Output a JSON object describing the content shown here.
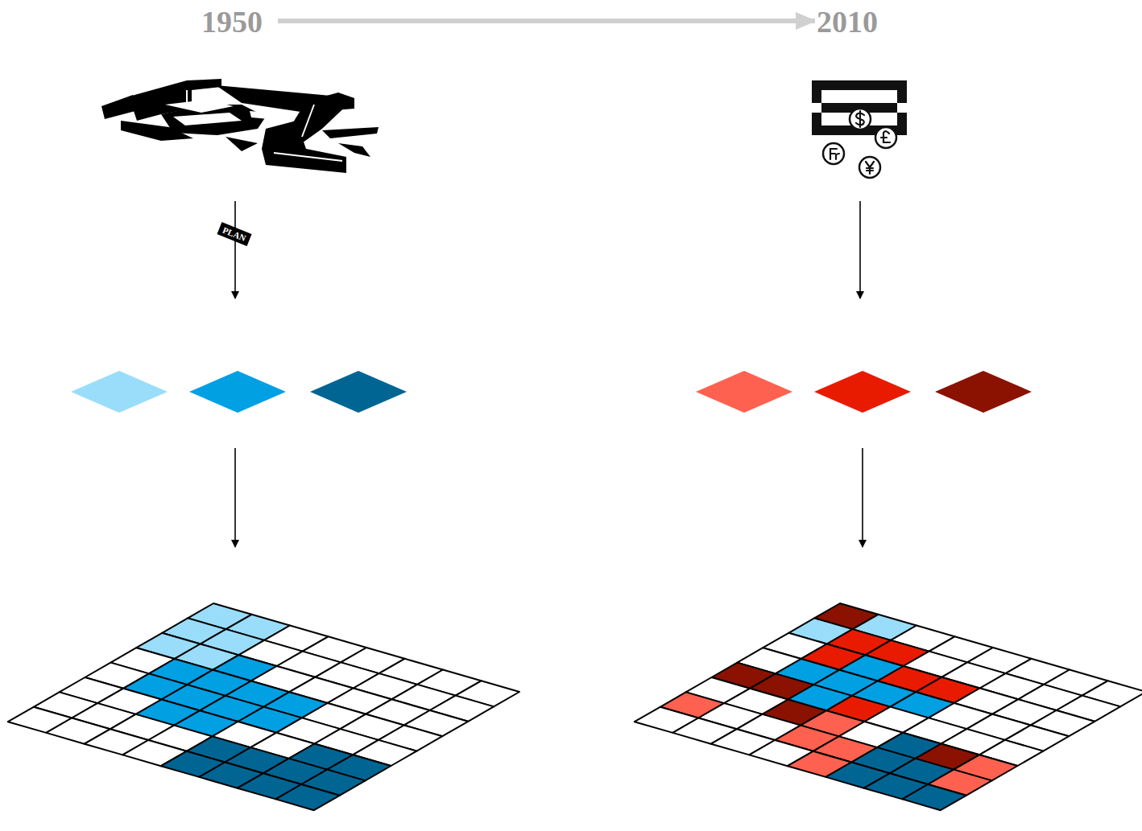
{
  "diagram": {
    "labels": [
      "1950",
      "2010",
      "PLAN"
    ]
  }
}
